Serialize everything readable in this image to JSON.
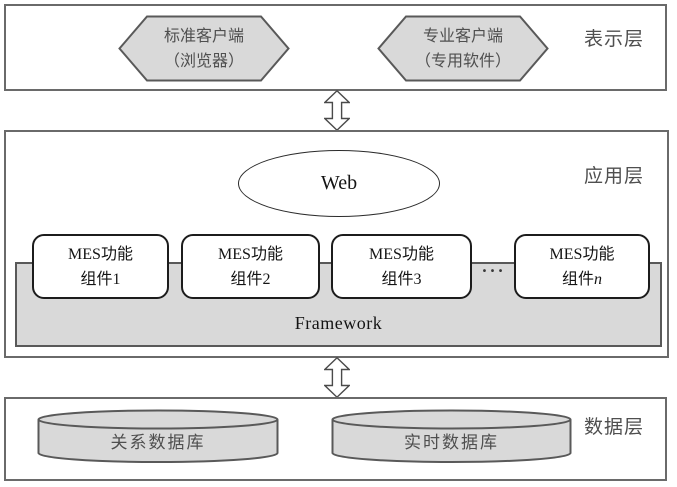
{
  "diagram": {
    "layers": {
      "presentation_label": "表示层",
      "application_label": "应用层",
      "data_label": "数据层"
    },
    "presentation": {
      "standard_client_line1": "标准客户端",
      "standard_client_line2": "（浏览器）",
      "pro_client_line1": "专业客户端",
      "pro_client_line2": "（专用软件）"
    },
    "application": {
      "web_label": "Web",
      "framework_label": "Framework",
      "ellipsis": "…",
      "components": [
        {
          "line1": "MES功能",
          "line2": "组件1"
        },
        {
          "line1": "MES功能",
          "line2": "组件2"
        },
        {
          "line1": "MES功能",
          "line2": "组件3"
        },
        {
          "line1": "MES功能",
          "line2_prefix": "组件",
          "line2_var": "n"
        }
      ]
    },
    "data_layer": {
      "relational_db": "关系数据库",
      "realtime_db": "实时数据库"
    },
    "colors": {
      "shape_fill": "#d9d9d9",
      "shape_border": "#595959",
      "layer_border": "#6a6a6a",
      "box_border": "#1c1c1c"
    }
  }
}
